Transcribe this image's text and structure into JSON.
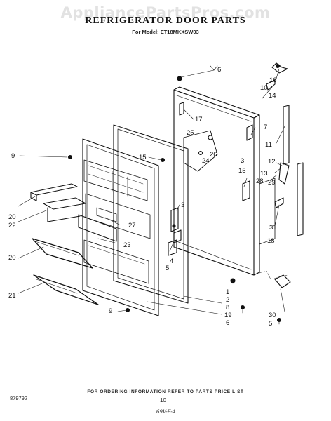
{
  "watermark": "AppliancePartsPros.com",
  "title": "REFRIGERATOR DOOR PARTS",
  "subtitle": "For Model: ET18MKXSW03",
  "callouts": {
    "c6a": "6",
    "c16": "16",
    "c10": "10",
    "c14": "14",
    "c17": "17",
    "c7": "7",
    "c25": "25",
    "c11": "11",
    "c9a": "9",
    "c26": "26",
    "c15a": "15",
    "c24": "24",
    "c12": "12",
    "c3a": "3",
    "c15b": "15",
    "c13": "13",
    "c28": "28",
    "c29": "29",
    "c3b": "3",
    "c20a": "20",
    "c22": "22",
    "c27": "27",
    "c31": "31",
    "c23": "23",
    "c18": "18",
    "c4": "4",
    "c5a": "5",
    "c20b": "20",
    "c1": "1",
    "c2": "2",
    "c21": "21",
    "c8": "8",
    "c19": "19",
    "c9b": "9",
    "c6b": "6",
    "c30": "30",
    "c5b": "5"
  },
  "footer": {
    "note": "FOR ORDERING INFORMATION REFER TO PARTS PRICE LIST",
    "doc_code": "879792",
    "page_number": "10",
    "hand_note": "69V-F-4"
  }
}
